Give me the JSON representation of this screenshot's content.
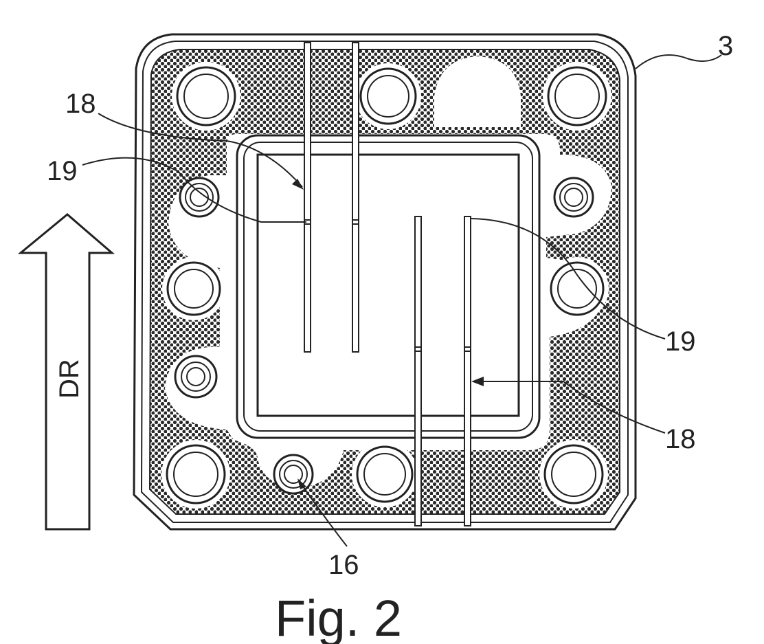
{
  "figure": {
    "caption": "Fig. 2",
    "direction_arrow_label": "DR",
    "reference_labels": {
      "plate": "3",
      "slot_top_left": "18",
      "slot_bottom_right": "18",
      "marker_left": "19",
      "marker_right": "19",
      "port_bottom": "16"
    },
    "colors": {
      "line": "#222222",
      "background": "#ffffff",
      "hatch_dot": "#2a2a2a"
    }
  }
}
